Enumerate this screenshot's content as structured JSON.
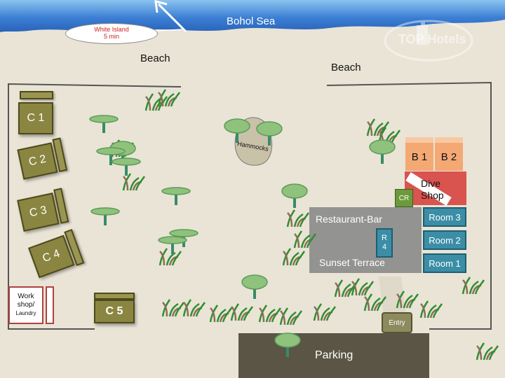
{
  "map": {
    "sea_label": "Bohol Sea",
    "island_callout": {
      "line1": "White Island",
      "line2": "5 min"
    },
    "beach_left": "Beach",
    "beach_right": "Beach",
    "watermark": "TOP Hotels",
    "hammocks": "Hammocks",
    "cabins": {
      "c1": "C 1",
      "c2": "C 2",
      "c3": "C 3",
      "c4": "C 4",
      "c5": "C 5"
    },
    "bungalows": {
      "b1": "B 1",
      "b2": "B 2"
    },
    "dive_shop": {
      "line1": "Dive",
      "line2": "Shop"
    },
    "cr": "CR",
    "restaurant_bar": "Restaurant-Bar",
    "sunset_terrace": "Sunset Terrace",
    "r4": {
      "line1": "R",
      "line2": "4"
    },
    "rooms": {
      "room3": "Room 3",
      "room2": "Room 2",
      "room1": "Room 1"
    },
    "workshop": {
      "line1": "Work",
      "line2": "shop/",
      "line3": "Laundry"
    },
    "entry": "Entry",
    "parking": "Parking",
    "colors": {
      "sea": "#2f6fc4",
      "ground": "#e9e4d6",
      "cabin": "#8a8540",
      "room": "#3b8ea5",
      "terrace": "#8a8a8a",
      "dive": "#d9534f",
      "bungalow": "#f4a873",
      "parking": "#5a5545",
      "tree": "#8fc27c",
      "callout_text": "#cc2222"
    }
  }
}
